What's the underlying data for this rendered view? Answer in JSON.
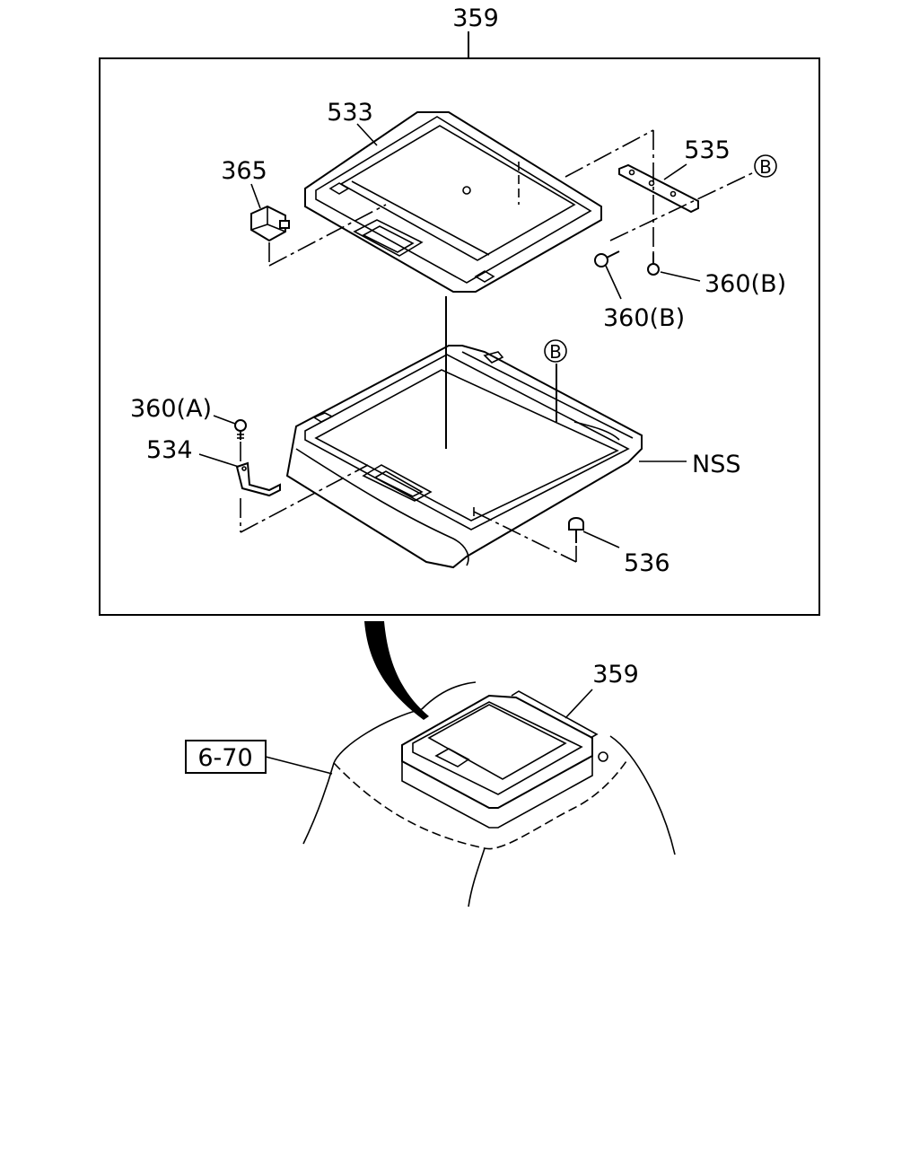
{
  "labels": {
    "assembly_top": "359",
    "part_533": "533",
    "part_365": "365",
    "part_535": "535",
    "ref_b_top": "B",
    "part_360b_right": "360(B)",
    "part_360b_lower": "360(B)",
    "ref_b_mid": "B",
    "part_360a": "360(A)",
    "part_534": "534",
    "part_nss": "NSS",
    "part_536": "536",
    "assembly_overview": "359",
    "ref_page": "6-70"
  }
}
